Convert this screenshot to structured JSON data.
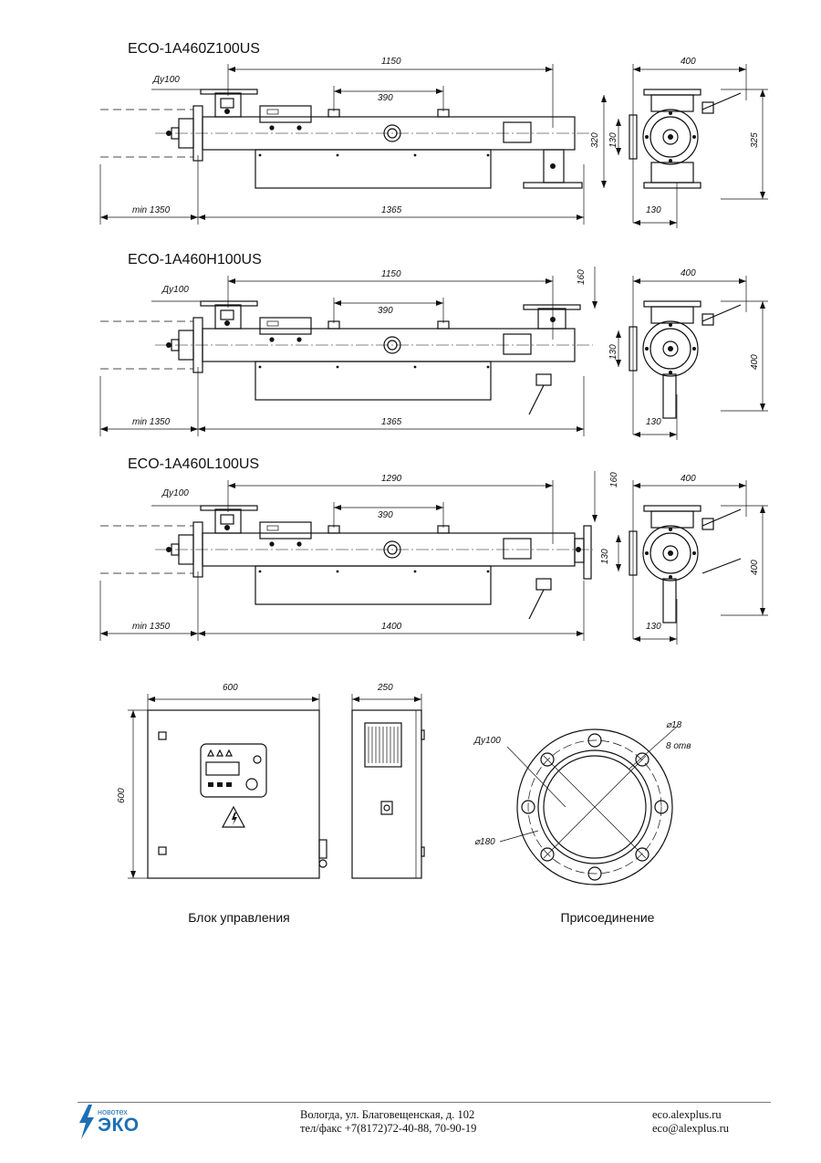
{
  "models": [
    {
      "title": "ECO-1A460Z100US",
      "dims": {
        "dn": "Ду100",
        "len": "1150",
        "mount": "390",
        "min": "min 1350",
        "total": "1365",
        "h_total": "320",
        "h_small": "130",
        "top": "",
        "end_w": "400",
        "end_h": "130",
        "end_total": "325",
        "end_base": "130"
      }
    },
    {
      "title": "ECO-1A460H100US",
      "dims": {
        "dn": "Ду100",
        "len": "1150",
        "mount": "390",
        "min": "min 1350",
        "total": "1365",
        "h_total": "",
        "h_small": "130",
        "top": "160",
        "end_w": "400",
        "end_h": "",
        "end_total": "400",
        "end_base": "130"
      }
    },
    {
      "title": "ECO-1A460L100US",
      "dims": {
        "dn": "Ду100",
        "len": "1290",
        "mount": "390",
        "min": "min 1350",
        "total": "1400",
        "h_total": "",
        "h_small": "130",
        "top": "160",
        "end_w": "400",
        "end_h": "",
        "end_total": "400",
        "end_base": "130"
      }
    }
  ],
  "control_block": {
    "caption": "Блок управления",
    "width": "600",
    "height": "600",
    "depth": "250"
  },
  "connection": {
    "caption": "Присоединение",
    "dn": "Ду100",
    "hole": "⌀18",
    "holes": "8 отв",
    "circle": "⌀180"
  },
  "footer": {
    "logo_small": "новотех",
    "logo_big": "ЭКО",
    "address": "Вологда, ул. Благовещенская, д. 102",
    "phone": "тел/факс +7(8172)72-40-88, 70-90-19",
    "site": "eco.alexplus.ru",
    "email": "eco@alexplus.ru",
    "brand_color": "#1d6fb5"
  }
}
